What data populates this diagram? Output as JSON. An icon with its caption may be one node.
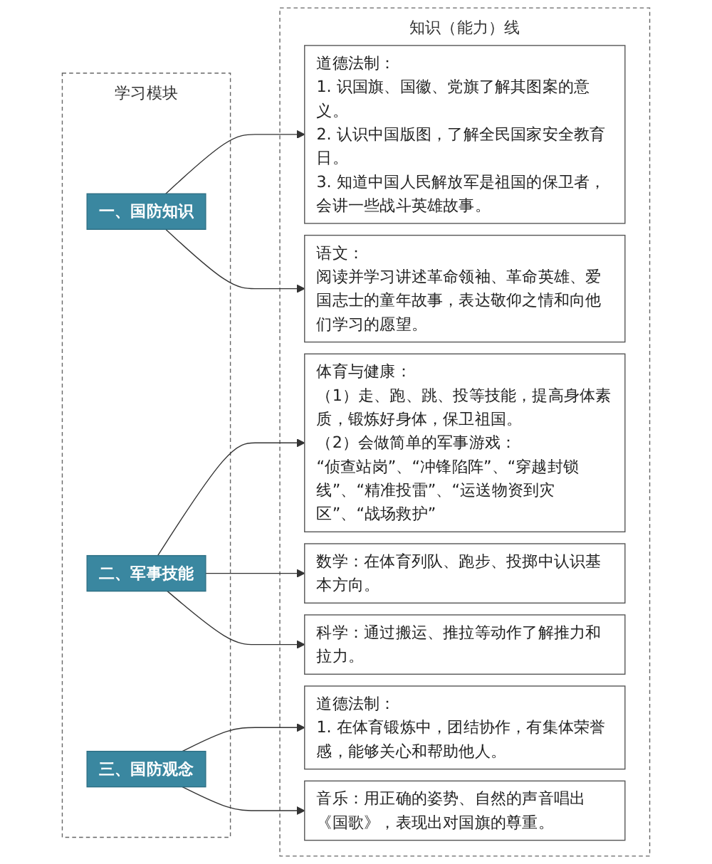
{
  "diagram": {
    "nodes": [
      {
        "text": [
          "学习模块"
        ]
      },
      {
        "text": [
          "一、国防知识"
        ],
        "in": 0
      },
      {
        "text": [
          "二、军事技能"
        ],
        "in": 0
      },
      {
        "text": [
          "三、国防观念"
        ],
        "in": 0
      },
      {
        "text": [
          "知识（能力）线"
        ]
      },
      {
        "text": [
          "道德法制：",
          "1. 识国旗、国徽、党旗了解其图案的意义。",
          "2. 认识中国版图，了解全民国家安全教育日。",
          "3. 知道中国人民解放军是祖国的保卫者，会讲一些战斗英雄故事。"
        ],
        "in": 4
      },
      {
        "text": [
          "语文：",
          "阅读并学习讲述革命领袖、革命英雄、爱国志士的童年故事，表达敬仰之情和向他们学习的愿望。"
        ],
        "in": 4
      },
      {
        "text": [
          "体育与健康：",
          "（1）走、跑、跳、投等技能，提高身体素质，锻炼好身体，保卫祖国。",
          "（2）会做简单的军事游戏：",
          "“侦查站岗”、“冲锋陷阵”、“穿越封锁线”、“精准投雷”、“运送物资到灾区”、“战场救护”"
        ],
        "in": 4
      },
      {
        "text": [
          "数学：在体育列队、跑步、投掷中认识基本方向。"
        ],
        "in": 4
      },
      {
        "text": [
          "科学：通过搬运、推拉等动作了解推力和拉力。"
        ],
        "in": 4
      },
      {
        "text": [
          "道德法制：",
          "1. 在体育锻炼中，团结协作，有集体荣誉感，能够关心和帮助他人。"
        ],
        "in": 4
      },
      {
        "text": [
          "音乐：用正确的姿势、自然的声音唱出《国歌》，表现出对国旗的尊重。"
        ],
        "in": 4
      }
    ],
    "edges": [
      {
        "from": 1,
        "to": 5,
        "arrow": "to"
      },
      {
        "from": 1,
        "to": 6,
        "arrow": "to"
      },
      {
        "from": 2,
        "to": 7,
        "arrow": "to"
      },
      {
        "from": 2,
        "to": 8,
        "arrow": "to"
      },
      {
        "from": 2,
        "to": 9,
        "arrow": "to"
      },
      {
        "from": 3,
        "to": 10,
        "arrow": "to"
      },
      {
        "from": 3,
        "to": 11,
        "arrow": "to"
      }
    ]
  }
}
